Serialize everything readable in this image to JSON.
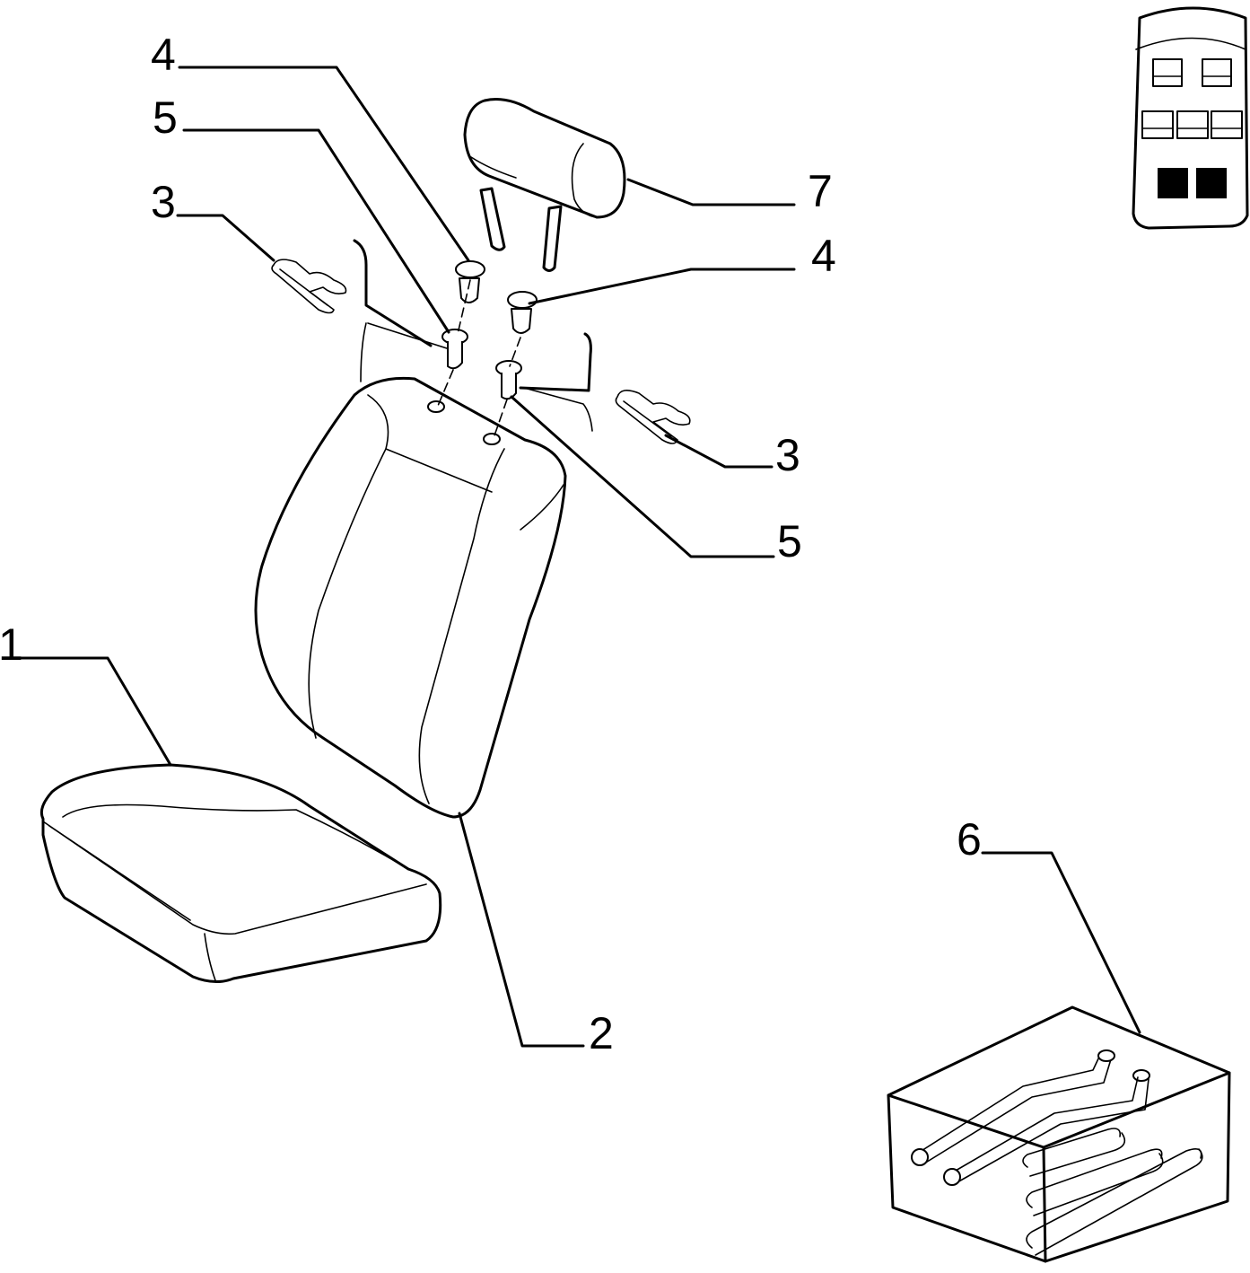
{
  "callouts": {
    "seat_cushion": "1",
    "seat_backrest": "2",
    "clip_left": "3",
    "clip_right": "3",
    "guide_bushing_left": "4",
    "guide_bushing_right": "4",
    "guide_sleeve_left": "5",
    "guide_sleeve_right": "5",
    "heating_element": "6",
    "headrest": "7"
  },
  "seat_map": {
    "front_seats_filled": 0,
    "middle_seats_filled": 0,
    "rear_seats_filled": 2
  },
  "colors": {
    "line": "#000000",
    "background": "#ffffff"
  }
}
